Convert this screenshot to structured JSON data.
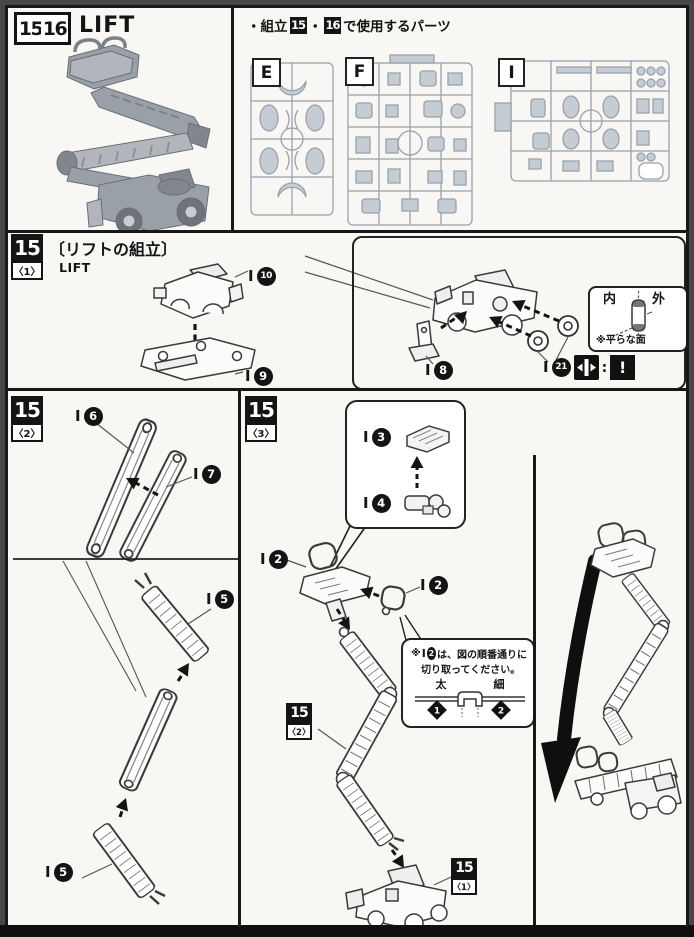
{
  "header": {
    "badge_15": "15",
    "badge_16": "16",
    "title": "LIFT"
  },
  "parts_box": {
    "prefix": "・組立",
    "badge_15": "15",
    "dot": "・",
    "badge_16": "16",
    "suffix": "で使用するパーツ",
    "runner_e": "E",
    "runner_f": "F",
    "runner_i": "I"
  },
  "step1": {
    "badge": "15",
    "sub": "〈1〉",
    "heading": "〔リフトの組立〕",
    "subheading": "LIFT",
    "part_cab": {
      "letter": "I",
      "num": "10"
    },
    "part_chassis": {
      "letter": "I",
      "num": "9"
    },
    "part_bracket": {
      "letter": "I",
      "num": "8"
    },
    "part_wheel": {
      "letter": "I",
      "num": "21"
    },
    "wheel_box": {
      "inner": "内",
      "outer": "外",
      "note": "※平らな面"
    },
    "colon": ":",
    "caution": "!"
  },
  "step2": {
    "badge": "15",
    "sub": "〈2〉",
    "part_arm_left": {
      "letter": "I",
      "num": "6"
    },
    "part_arm_right": {
      "letter": "I",
      "num": "7"
    },
    "part_ladder": {
      "letter": "I",
      "num": "5"
    }
  },
  "step3": {
    "badge": "15",
    "sub": "〈3〉",
    "part_plate": {
      "letter": "I",
      "num": "3"
    },
    "part_joint": {
      "letter": "I",
      "num": "4"
    },
    "part_handle": {
      "letter": "I",
      "num": "2"
    },
    "note": {
      "prefix": "※",
      "letter": "I",
      "num": "2",
      "rest": "は、図の順番通りに",
      "line2": "切り取ってください。",
      "thick": "太",
      "thin": "細",
      "order_1": "1",
      "order_2": "2"
    },
    "ref_step2": {
      "badge": "15",
      "sub": "〈2〉"
    },
    "ref_step1": {
      "badge": "15",
      "sub": "〈1〉"
    }
  },
  "colors": {
    "ink": "#141414",
    "paper": "#f8f7f3",
    "sprue_line": "#98a1ad",
    "render_gray": "#9aa0a7"
  }
}
